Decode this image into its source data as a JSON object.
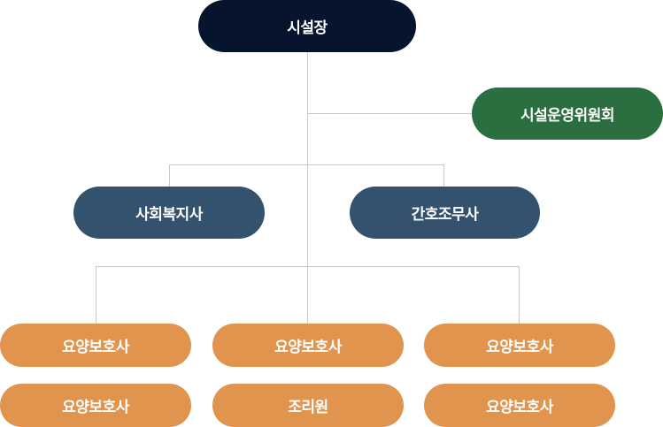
{
  "org": {
    "head": "시설장",
    "committee": "시설운영위원회",
    "managers": [
      "사회복지사",
      "간호조무사"
    ],
    "staff": [
      [
        "요양보호사",
        "요양보호사",
        "요양보호사"
      ],
      [
        "요양보호사",
        "조리원",
        "요양보호사"
      ]
    ]
  },
  "colors": {
    "head": "#06142e",
    "committee": "#2b6e3f",
    "manager": "#33526e",
    "staff": "#e0944d",
    "connector": "#c9c9c9"
  }
}
